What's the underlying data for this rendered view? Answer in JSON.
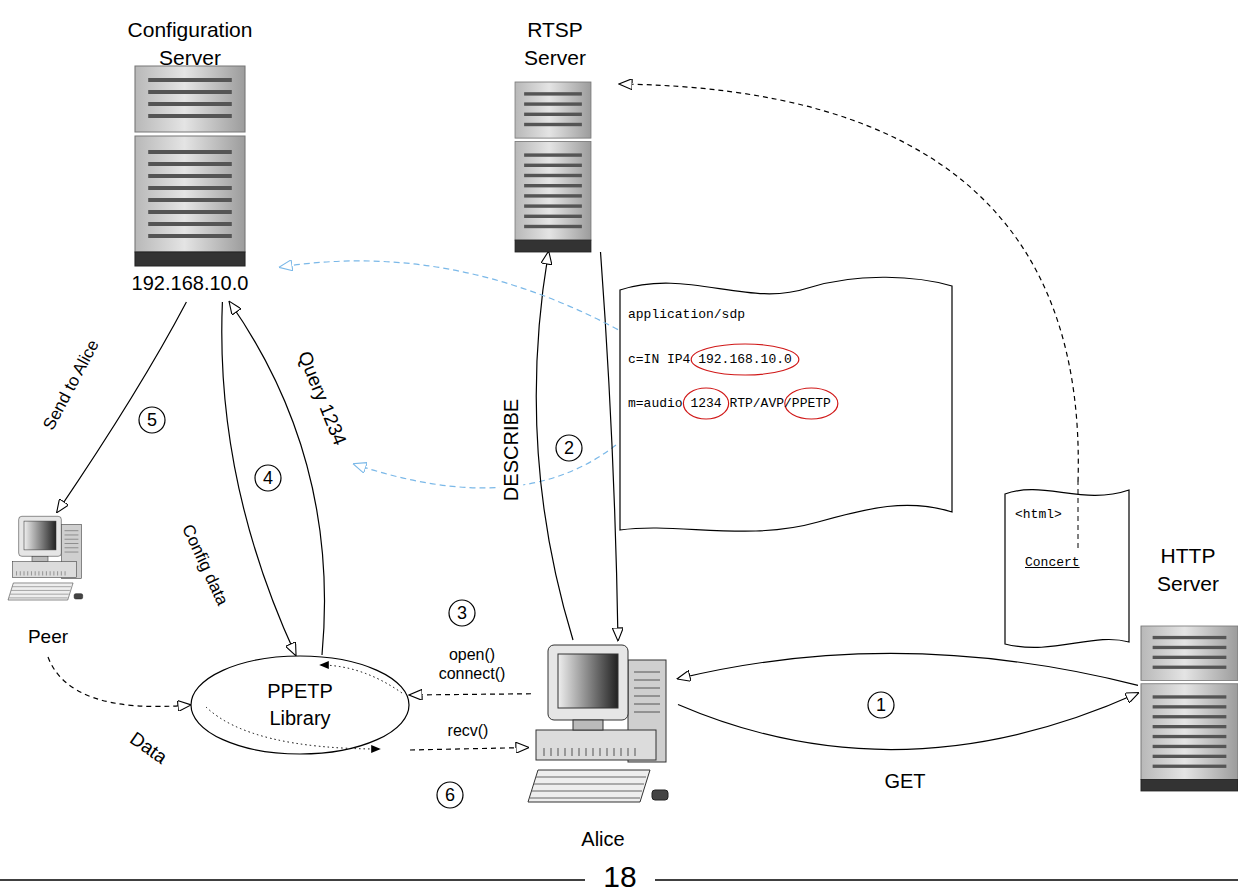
{
  "diagram": {
    "nodes": [
      {
        "text": [
          "Configuration Server",
          "192.168.10.0"
        ]
      },
      {
        "text": [
          "RTSP Server"
        ]
      },
      {
        "text": [
          "application/sdp",
          "c=IN IP4 192.168.10.0",
          "m=audio 1234 RTP/AVP/PPETP"
        ]
      },
      {
        "text": [
          "<html>",
          "Concert"
        ]
      },
      {
        "text": [
          "HTTP Server"
        ]
      },
      {
        "text": [
          "Peer"
        ]
      },
      {
        "text": [
          "PPETP Library"
        ]
      },
      {
        "text": [
          "Alice"
        ]
      }
    ],
    "edges": [
      {
        "from": 7,
        "to": 4,
        "label": "GET",
        "arrow": "to"
      },
      {
        "from": 4,
        "to": 7,
        "arrow": "to"
      },
      {
        "from": 7,
        "to": 1,
        "label": "DESCRIBE",
        "arrow": "to"
      },
      {
        "from": 1,
        "to": 7,
        "arrow": "to"
      },
      {
        "from": 6,
        "to": 0,
        "label": "Query 1234",
        "arrow": "to"
      },
      {
        "from": 0,
        "to": 6,
        "label": "Config data",
        "arrow": "to"
      },
      {
        "from": 0,
        "to": 5,
        "label": "Send to Alice",
        "arrow": "to"
      },
      {
        "from": 5,
        "to": 6,
        "label": "Data",
        "arrow": "to"
      },
      {
        "from": 7,
        "to": 6,
        "label": "open() connect()",
        "arrow": "to"
      },
      {
        "from": 6,
        "to": 7,
        "label": "recv()",
        "arrow": "to"
      },
      {
        "from": 3,
        "to": 1,
        "arrow": "to"
      },
      {
        "from": 2,
        "to": 0,
        "arrow": "to"
      }
    ],
    "labels": [
      "1",
      "2",
      "3",
      "4",
      "5",
      "6",
      "18"
    ]
  }
}
